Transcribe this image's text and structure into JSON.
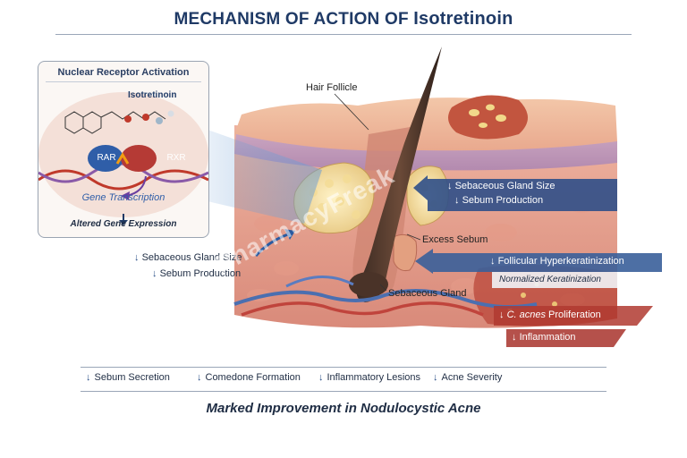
{
  "title": {
    "prefix": "MECHANISM OF ACTION OF",
    "drug": "Isotretinoin"
  },
  "inset": {
    "title": "Nuclear Receptor Activation",
    "molecule_label": "Isotretinoin",
    "receptor_left": "RAR",
    "receptor_right": "RXR",
    "step1": "Gene Transcription",
    "step2": "Altered Gene Expression"
  },
  "labels": {
    "hair_follicle": "Hair Follicle",
    "excess_sebum": "Excess Sebum",
    "sebaceous_gland": "Sebaceous Gland"
  },
  "left_effects": {
    "line1": "Sebaceous Gland Size",
    "line2": "Sebum Production"
  },
  "right_effects": {
    "gland_line1": "Sebaceous Gland Size",
    "gland_line2": "Sebum Production",
    "hyperkeratinization": "Follicular Hyperkeratinization",
    "normalized": "Normalized Keratinization",
    "cacnes_italic": "C. acnes",
    "cacnes_rest": "Proliferation",
    "inflammation": "Inflammation"
  },
  "outcomes": [
    "Sebum Secretion",
    "Comedone Formation",
    "Inflammatory Lesions",
    "Acne Severity"
  ],
  "conclusion": "Marked Improvement in Nodulocystic Acne",
  "watermark": "PharmacyFreak",
  "colors": {
    "title": "#1f3a66",
    "arrow_blue": "#2a5aa0",
    "skin": "#f0b8a0",
    "inflammation_red": "#b03030"
  }
}
